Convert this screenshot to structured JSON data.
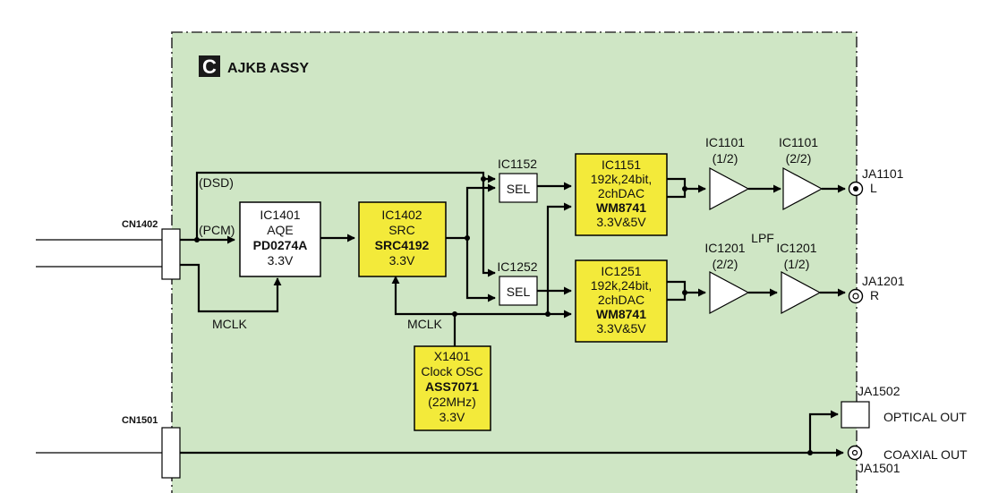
{
  "assembly": {
    "badge": "C",
    "title": "AJKB ASSY"
  },
  "connectors": {
    "cn1402": "CN1402",
    "cn1501": "CN1501"
  },
  "signals": {
    "dsd": "(DSD)",
    "pcm": "(PCM)",
    "mclk_left": "MCLK",
    "mclk_right": "MCLK",
    "lpf": "LPF"
  },
  "blocks": {
    "ic1401": {
      "lines": [
        "IC1401",
        "AQE",
        "PD0274A",
        "3.3V"
      ],
      "bold": [
        false,
        false,
        true,
        false
      ]
    },
    "ic1402": {
      "lines": [
        "IC1402",
        "SRC",
        "SRC4192",
        "3.3V"
      ],
      "bold": [
        false,
        false,
        true,
        false
      ]
    },
    "x1401": {
      "lines": [
        "X1401",
        "Clock OSC",
        "ASS7071",
        "(22MHz)",
        "3.3V"
      ],
      "bold": [
        false,
        false,
        true,
        false,
        false
      ]
    },
    "ic1151": {
      "lines": [
        "IC1151",
        "192k,24bit,",
        "2chDAC",
        "WM8741",
        "3.3V&5V"
      ],
      "bold": [
        false,
        false,
        false,
        true,
        false
      ]
    },
    "ic1251": {
      "lines": [
        "IC1251",
        "192k,24bit,",
        "2chDAC",
        "WM8741",
        "3.3V&5V"
      ],
      "bold": [
        false,
        false,
        false,
        true,
        false
      ]
    }
  },
  "selectors": {
    "sel1": {
      "ref": "IC1152",
      "label": "SEL"
    },
    "sel2": {
      "ref": "IC1252",
      "label": "SEL"
    }
  },
  "amps": {
    "a1": {
      "ref": "IC1101",
      "part": "(1/2)"
    },
    "a2": {
      "ref": "IC1101",
      "part": "(2/2)"
    },
    "a3": {
      "ref": "IC1201",
      "part": "(2/2)"
    },
    "a4": {
      "ref": "IC1201",
      "part": "(1/2)"
    }
  },
  "outputs": {
    "ja1101": {
      "ref": "JA1101",
      "ch": "L"
    },
    "ja1201": {
      "ref": "JA1201",
      "ch": "R"
    },
    "ja1502": {
      "ref": "JA1502",
      "label": "OPTICAL OUT"
    },
    "ja1501": {
      "ref": "JA1501",
      "label": "COAXIAL OUT"
    }
  },
  "colors": {
    "board": "#cfe6c5",
    "ic": "#f3ea3a",
    "white": "#ffffff"
  }
}
